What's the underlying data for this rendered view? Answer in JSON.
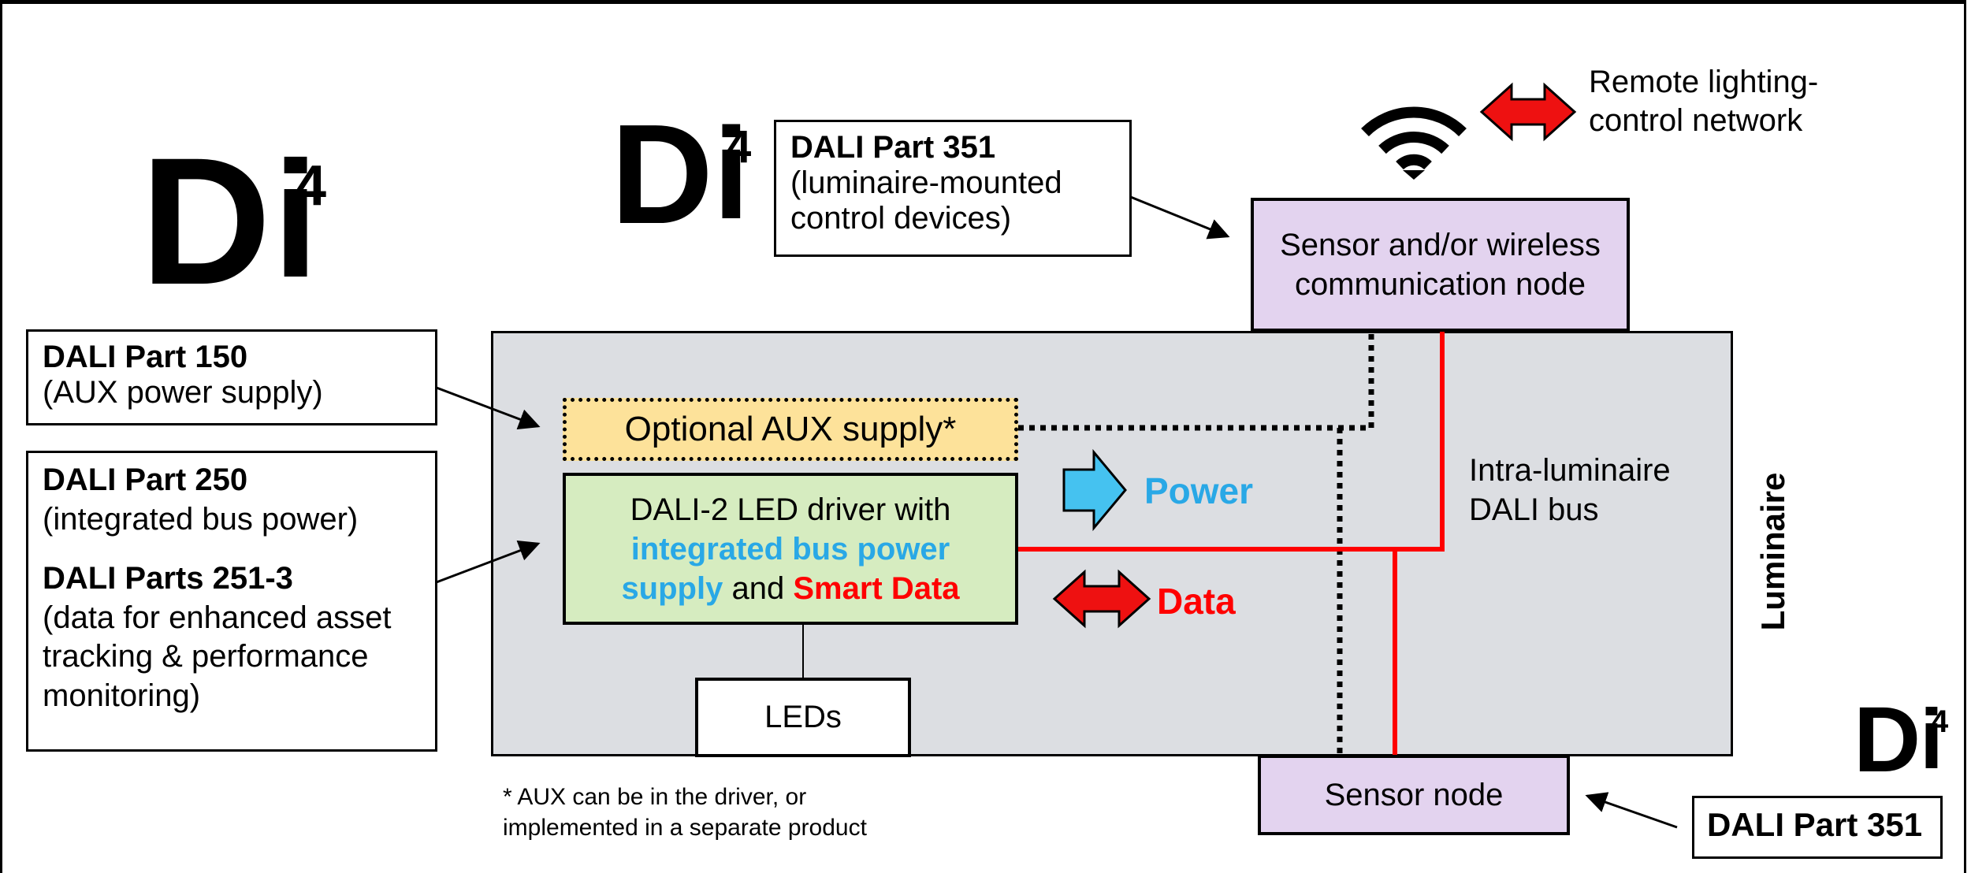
{
  "colors": {
    "luminaire_fill": "#dcdee2",
    "purple_node": "#e3d3ef",
    "aux_fill": "#fde29a",
    "driver_fill": "#d6ecc0",
    "power_blue": "#29a8e6",
    "data_red": "#ff0000",
    "arrow_red": "#ee1111",
    "arrow_blue": "#45c2f0"
  },
  "logos": [
    "D",
    "i",
    "4"
  ],
  "callouts": {
    "part150": {
      "title": "DALI Part 150",
      "subtitle": "(AUX power supply)"
    },
    "part250": {
      "title": "DALI Part 250",
      "subtitle": "(integrated bus power)",
      "title2": "DALI Parts 251-3",
      "line1": "(data for enhanced asset",
      "line2": "tracking & performance",
      "line3": "monitoring)"
    },
    "part351_top": {
      "title": "DALI Part 351",
      "line1": "(luminaire-mounted",
      "line2": "control devices)"
    },
    "part351_bottom": {
      "title": "DALI Part 351"
    }
  },
  "nodes": {
    "sensor_wireless": {
      "line1": "Sensor and/or wireless",
      "line2": "communication node"
    },
    "sensor_node": "Sensor node",
    "aux_supply": "Optional AUX supply*",
    "driver": {
      "line1": "DALI-2 LED driver with",
      "blue1": "integrated bus power",
      "blue2": "supply",
      "and": "and",
      "red": "Smart Data"
    },
    "leds": "LEDs"
  },
  "legend": {
    "power": "Power",
    "data": "Data"
  },
  "bus_label": {
    "line1": "Intra-luminaire",
    "line2": "DALI bus"
  },
  "luminaire_label": "Luminaire",
  "remote": {
    "line1": "Remote lighting-",
    "line2": "control network"
  },
  "footnote": {
    "line1": "* AUX can be in the driver, or",
    "line2": "implemented in a separate product"
  }
}
